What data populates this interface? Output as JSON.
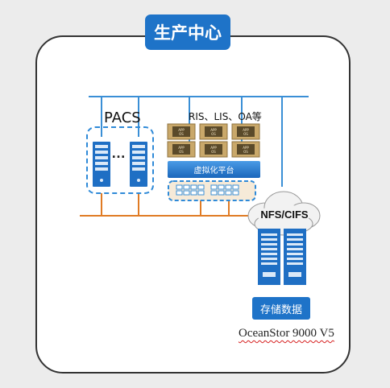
{
  "title": "生产中心",
  "pacs_label": "PACS",
  "pacs_ellipsis": "…",
  "apps_label": "RIS、LIS、OA等",
  "vm_icon_text": "APP\nOS",
  "virtualization_label": "虚拟化平台",
  "storage_protocol": "NFS/CIFS",
  "storage_label": "存储数据",
  "storage_product": "OceanStor 9000 V5",
  "colors": {
    "brand_blue": "#1e73c8",
    "network_blue": "#3a8fd6",
    "network_orange": "#e07b24",
    "dashed_blue": "#2f8ad8",
    "vm_tan": "#c9a86a"
  }
}
